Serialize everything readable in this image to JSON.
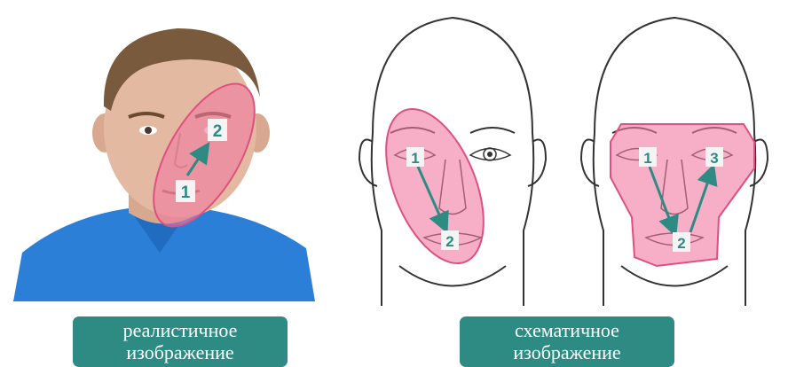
{
  "palette": {
    "highlight_fill": "#f07aa0",
    "highlight_stroke": "#e0507f",
    "arrow": "#2e8b84",
    "marker_bg": "#f4f4f4",
    "marker_text": "#2e8b84",
    "label_bg": "#2e8b84",
    "label_text": "#ffffff",
    "shirt": "#2b7fd6",
    "skin": "#e0b79f",
    "hair": "#7a5a3c"
  },
  "realistic": {
    "markers": [
      "1",
      "2"
    ],
    "caption_line1": "реалистичное",
    "caption_line2": "изображение"
  },
  "schematic_a": {
    "markers": [
      "1",
      "2"
    ]
  },
  "schematic_b": {
    "markers": [
      "1",
      "2",
      "3"
    ]
  },
  "schematic_caption": {
    "line1": "схематичное",
    "line2": "изображение"
  }
}
